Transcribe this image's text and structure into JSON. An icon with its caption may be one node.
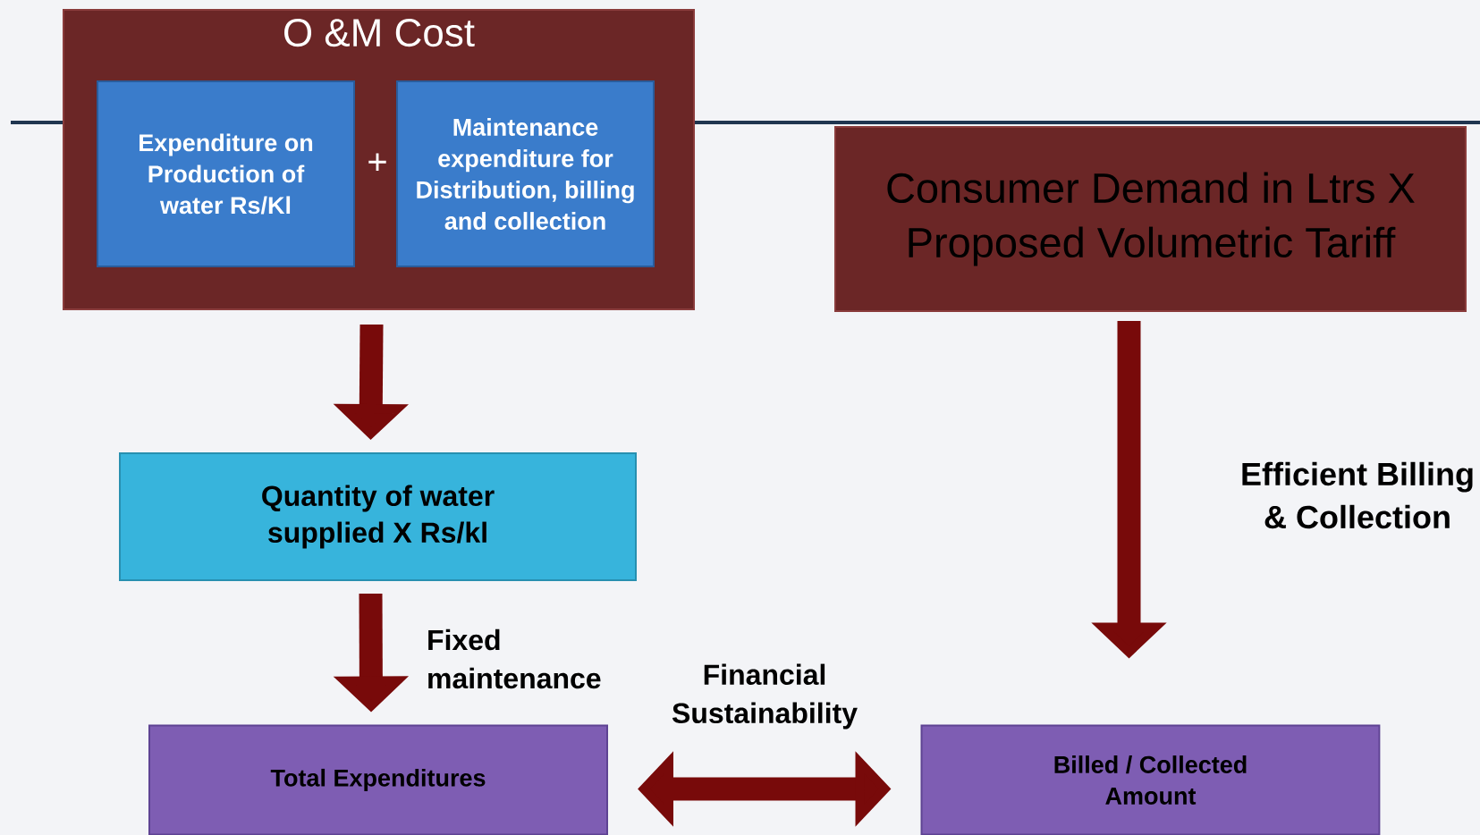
{
  "diagram": {
    "nodes": [
      {
        "text": [
          "O &M Cost"
        ]
      },
      {
        "text": [
          "Expenditure on Production of water Rs/Kl"
        ],
        "in": 0
      },
      {
        "text": [
          "Maintenance expenditure for Distribution, billing and collection"
        ],
        "in": 0
      },
      {
        "text": [
          "Consumer Demand in Ltrs X Proposed Volumetric Tariff"
        ]
      },
      {
        "text": [
          "Quantity of water supplied X Rs/kl"
        ]
      },
      {
        "text": [
          "Total Expenditures"
        ]
      },
      {
        "text": [
          "Billed / Collected Amount"
        ]
      }
    ],
    "edges": [
      {
        "from": 0,
        "to": 4,
        "arrow": "to"
      },
      {
        "from": 4,
        "to": 5,
        "arrow": "to",
        "label": "Fixed maintenance"
      },
      {
        "from": 3,
        "to": 6,
        "arrow": "to",
        "label": "Efficient Billing & Collection"
      },
      {
        "from": 5,
        "to": 6,
        "arrow": "both",
        "label": "Financial Sustainability"
      }
    ],
    "labels": [
      "+"
    ]
  }
}
